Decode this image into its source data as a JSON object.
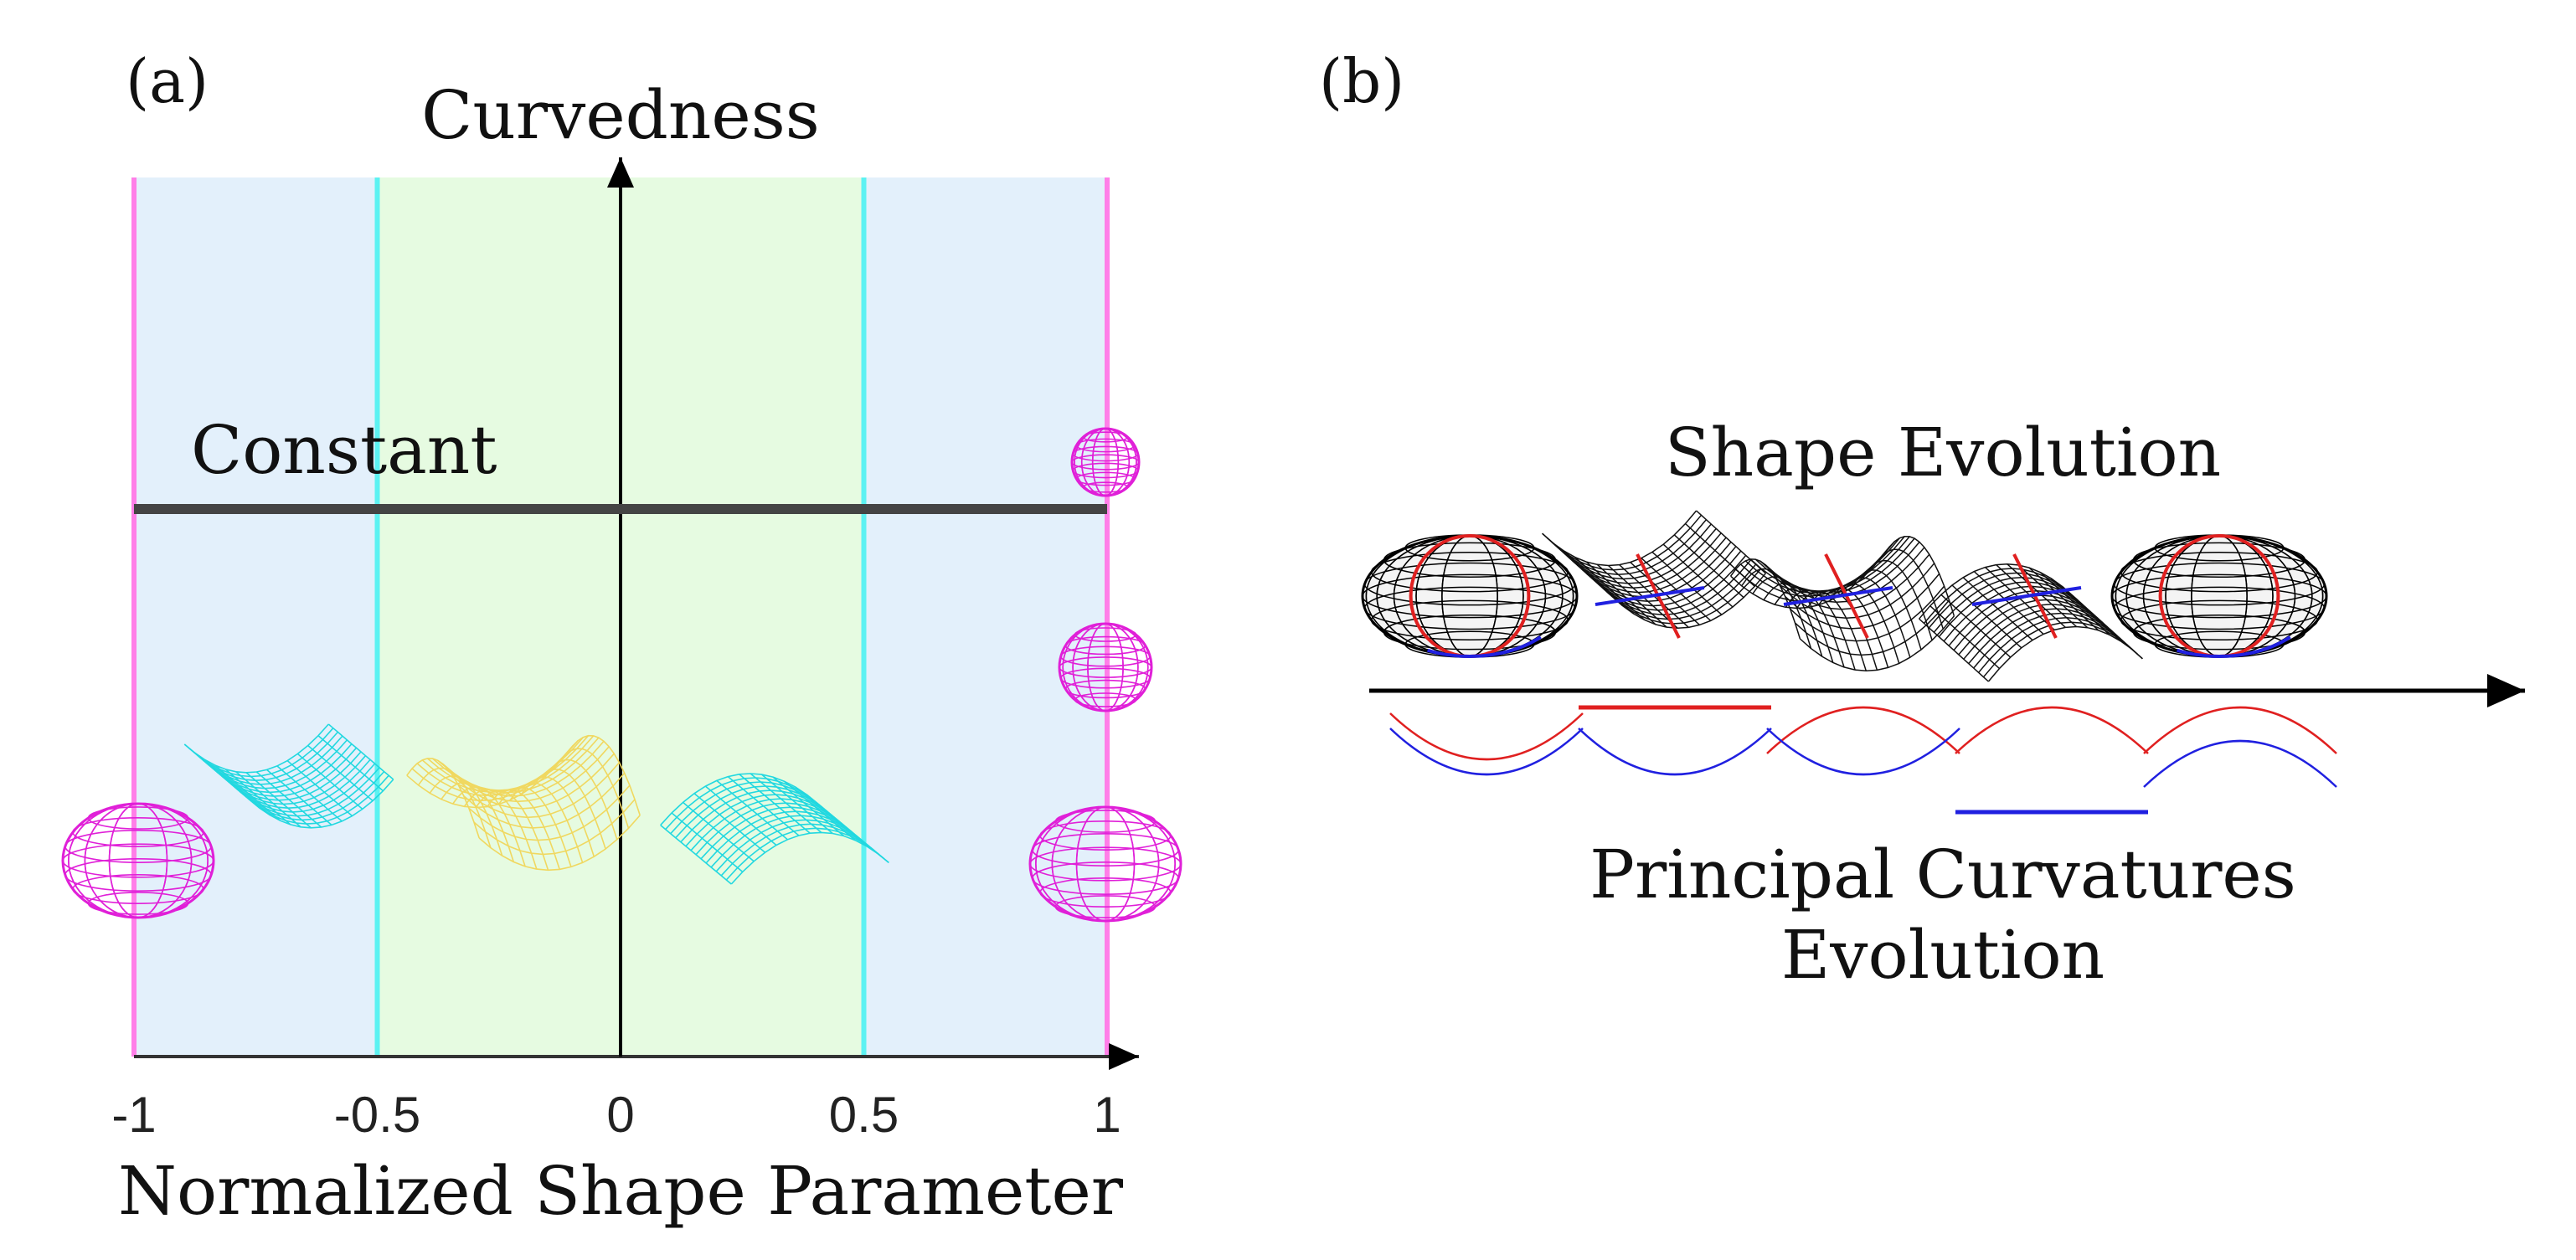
{
  "panel_a": {
    "label": "(a)",
    "y_axis_label": "Curvedness",
    "x_axis_label": "Normalized Shape Parameter",
    "constant_label": "Constant",
    "ticks": [
      {
        "value": -1,
        "label": "-1"
      },
      {
        "value": -0.5,
        "label": "-0.5"
      },
      {
        "value": 0,
        "label": "0"
      },
      {
        "value": 0.5,
        "label": "0.5"
      },
      {
        "value": 1,
        "label": "1"
      }
    ],
    "bands": [
      {
        "from": -1,
        "to": -0.5,
        "color": "#e3f0fb"
      },
      {
        "from": -0.5,
        "to": 0.5,
        "color": "#e6fbe1"
      },
      {
        "from": 0.5,
        "to": 1,
        "color": "#e3f0fb"
      }
    ],
    "boundary_lines": [
      {
        "value": -1,
        "color": "#ff7fe8"
      },
      {
        "value": -0.5,
        "color": "#5cf2f2"
      },
      {
        "value": 0.5,
        "color": "#5cf2f2"
      },
      {
        "value": 1,
        "color": "#ff7fe8"
      }
    ],
    "shape_colors": {
      "sphere": "#e020d8",
      "cylinder": "#22d8e0",
      "saddle": "#f0d860"
    }
  },
  "panel_b": {
    "label": "(b)",
    "title": "Shape Evolution",
    "caption_line1": "Principal Curvatures",
    "caption_line2": "Evolution",
    "curve_colors": {
      "k1": "#e02020",
      "k2": "#2020e0"
    },
    "surfaces": [
      "cup-surface",
      "valley-surface",
      "saddle-surface",
      "ridge-surface",
      "cap-surface"
    ]
  }
}
